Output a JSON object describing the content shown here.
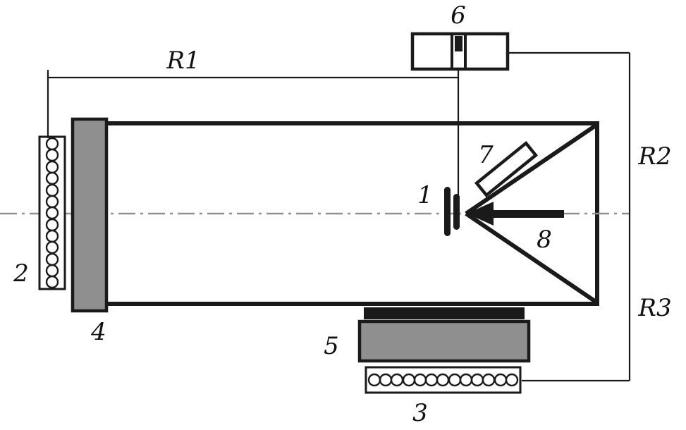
{
  "figure": {
    "labels": {
      "c1": "1",
      "c2": "2",
      "c3": "3",
      "c4": "4",
      "c5": "5",
      "c6": "6",
      "c7": "7",
      "c8": "8",
      "r1": "R1",
      "r2": "R2",
      "r3": "R3"
    },
    "colors": {
      "ink": "#1a1a1a",
      "gray": "#8f8f8f",
      "background": "#ffffff"
    }
  }
}
